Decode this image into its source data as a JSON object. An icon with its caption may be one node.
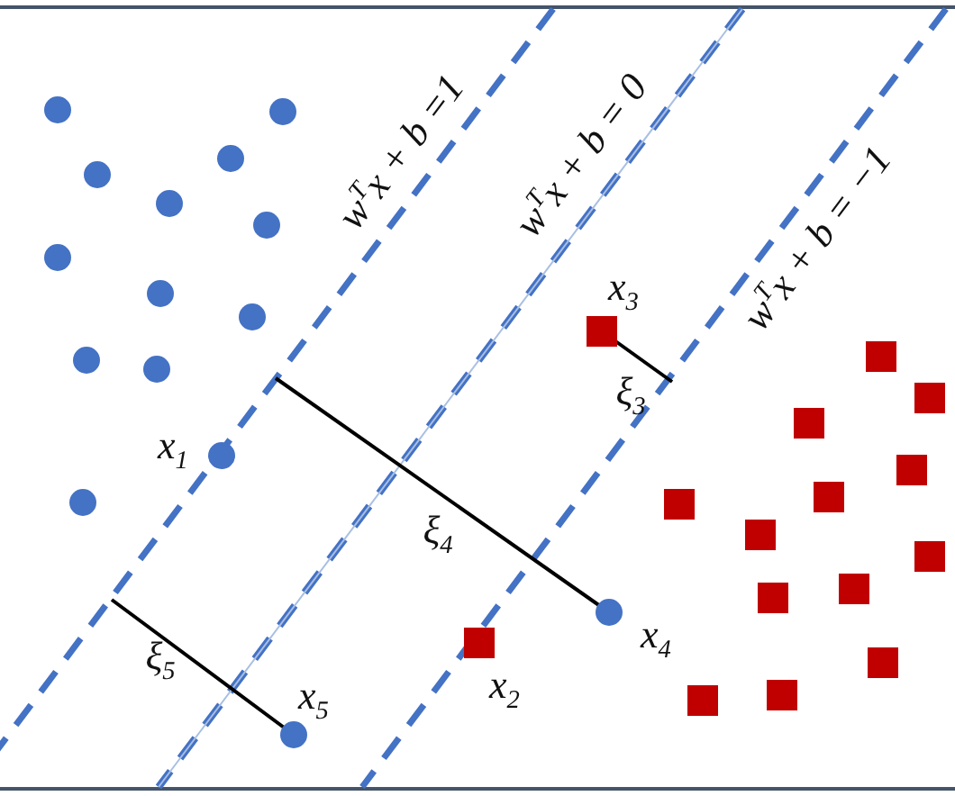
{
  "diagram": {
    "labels": [
      "w$^{T}$x + b =1",
      "w$^{T}$x + b = 0",
      "w$^{T}$x + b = −1",
      "x$_{3}$",
      "ξ$_{3}$",
      "x$_{1}$",
      "ξ$_{4}$",
      "x$_{4}$",
      "ξ$_{5}$",
      "x$_{2}$",
      "x$_{5}$"
    ]
  }
}
